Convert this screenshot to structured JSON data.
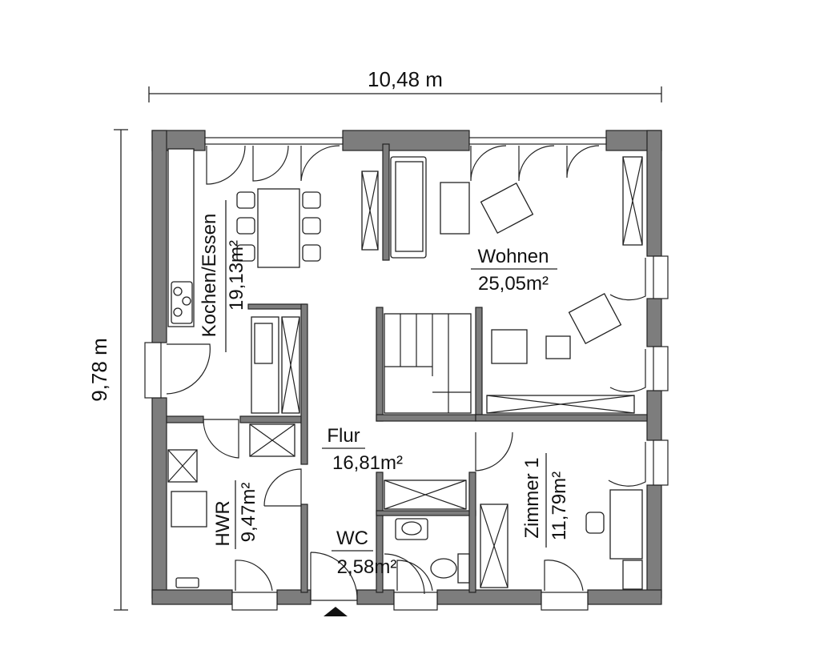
{
  "dimensions": {
    "width": "10,48 m",
    "height": "9,78 m"
  },
  "rooms": {
    "kochen": {
      "name": "Kochen/Essen",
      "area": "19,13m²"
    },
    "wohnen": {
      "name": "Wohnen",
      "area": "25,05m²"
    },
    "flur": {
      "name": "Flur",
      "area": "16,81m²"
    },
    "hwr": {
      "name": "HWR",
      "area": "9,47m²"
    },
    "wc": {
      "name": "WC",
      "area": "2,58m²"
    },
    "zimmer1": {
      "name": "Zimmer 1",
      "area": "11,79m²"
    }
  },
  "colors": {
    "wall": "#7d7d7d",
    "line": "#222222",
    "background": "#ffffff"
  }
}
